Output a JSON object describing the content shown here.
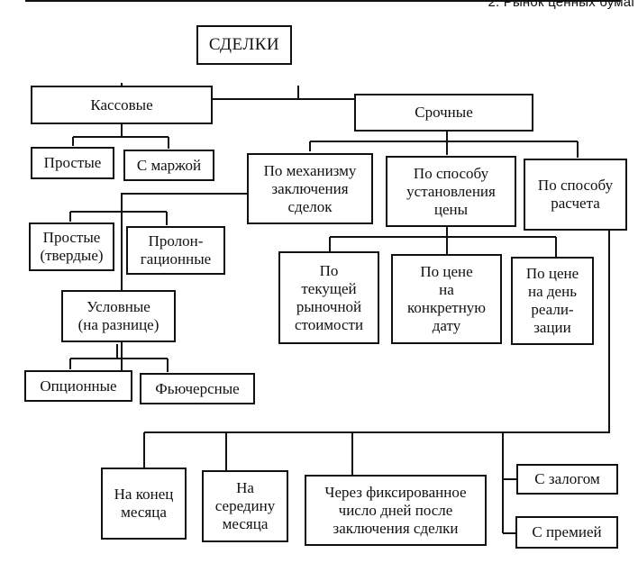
{
  "header": {
    "running_title": "2. Рынок ценных бумаг"
  },
  "diagram": {
    "root": "СДЕЛКИ",
    "level1": {
      "cash": "Кассовые",
      "forward": "Срочные"
    },
    "cash_children": [
      "Простые",
      "С маржой"
    ],
    "forward_children": {
      "by_mechanism": "По механизму\nзаключения\nсделок",
      "by_price": "По способу\nустановления\nцены",
      "by_settlement": "По способу\nрасчета"
    },
    "mechanism_children": {
      "simple_firm": "Простые\n(твердые)",
      "prolongation": "Пролон-\nгационные",
      "conditional": "Условные\n(на разнице)"
    },
    "conditional_children": [
      "Опционные",
      "Фьючерсные"
    ],
    "price_children": [
      "По\nтекущей\nрыночной\nстоимости",
      "По цене\nна\nконкретную\nдату",
      "По цене\nна день\nреали-\nзации"
    ],
    "settlement_children": [
      "На конец\nмесяца",
      "На\nсередину\nмесяца",
      "Через фиксированное\nчисло дней после\nзаключения сделки",
      "С залогом",
      "С премией"
    ]
  }
}
